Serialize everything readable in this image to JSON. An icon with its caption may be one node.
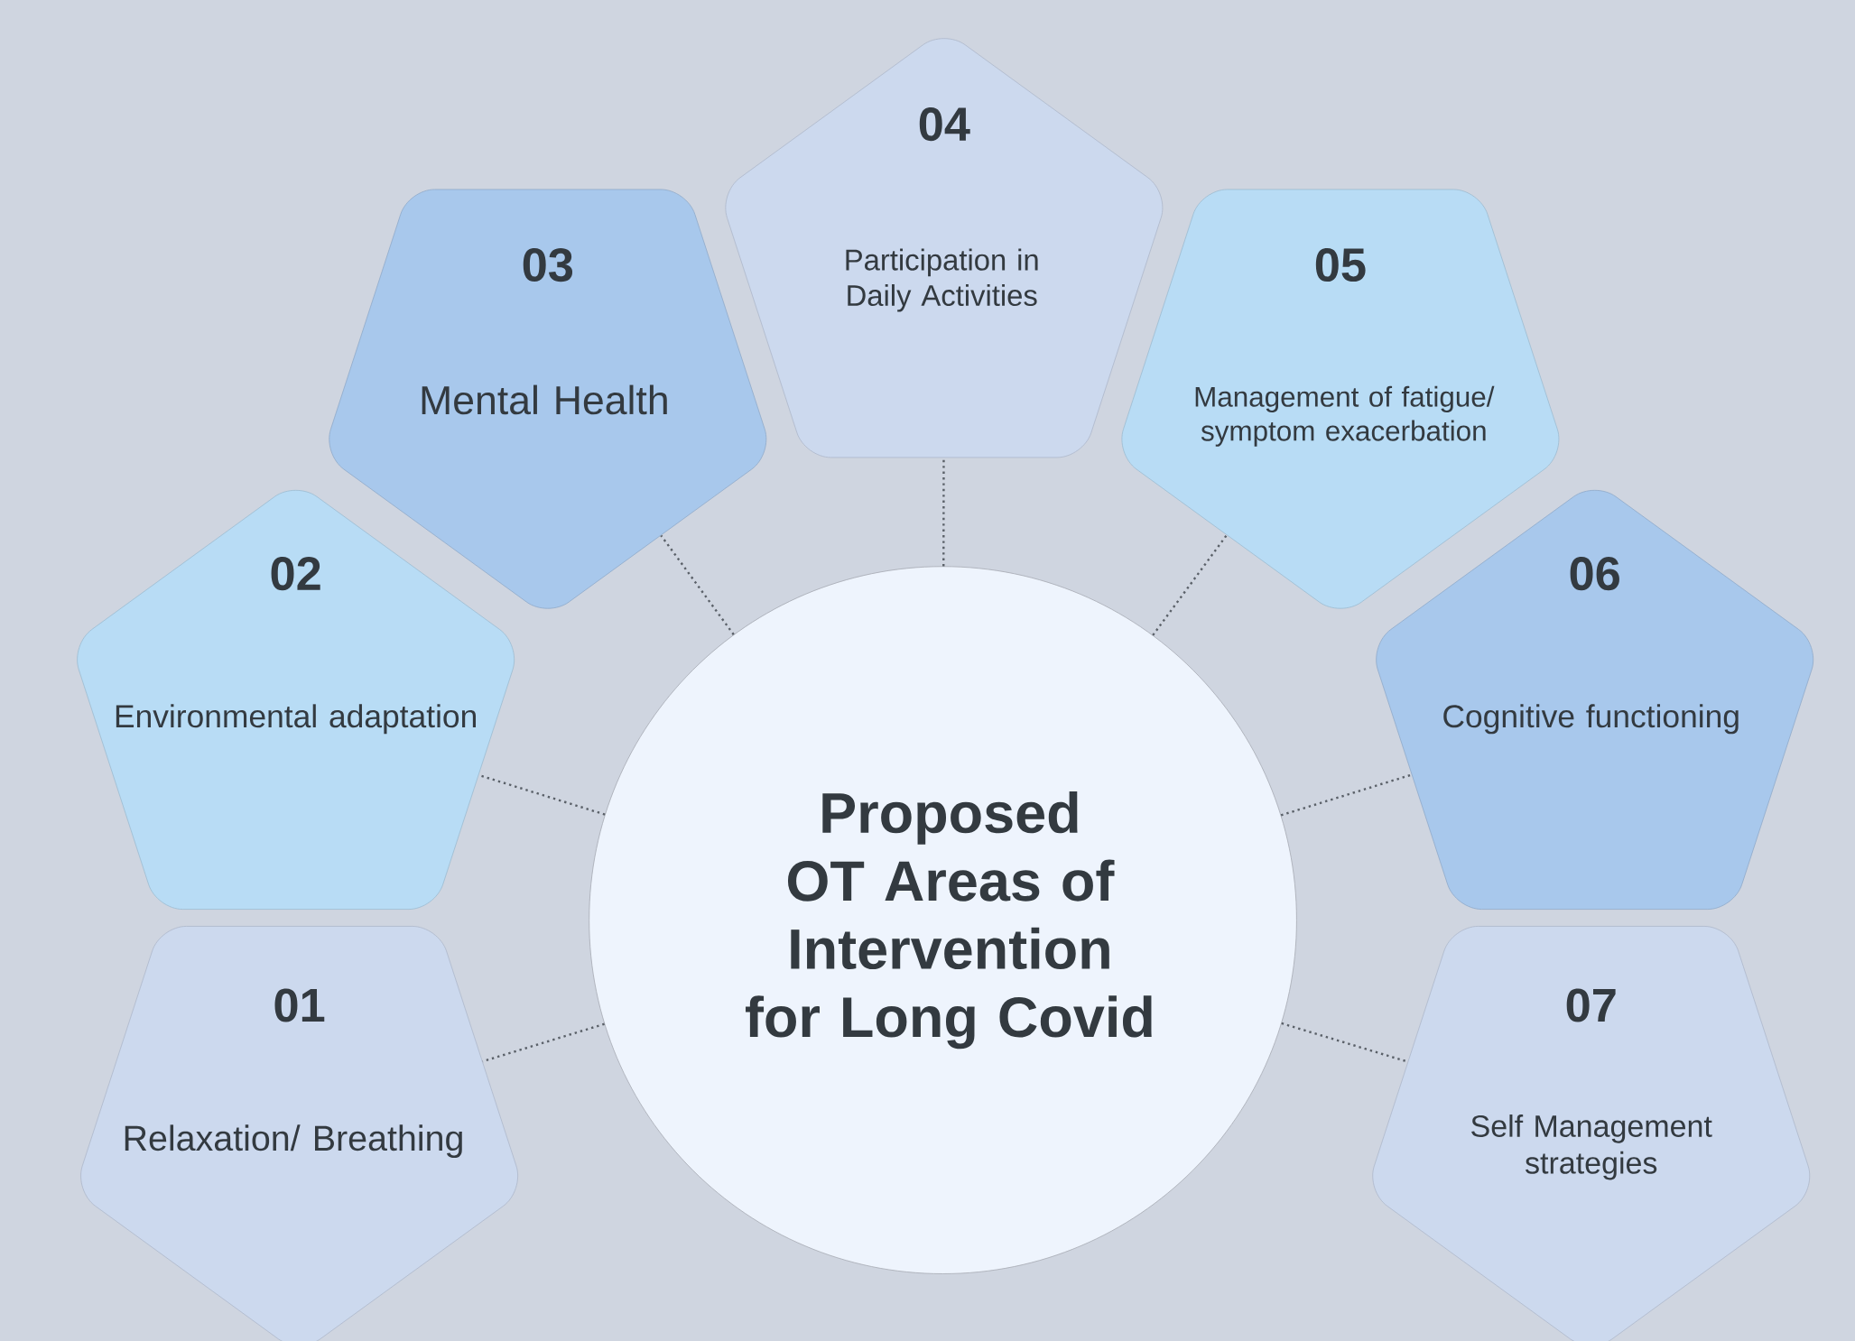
{
  "diagram": {
    "nodes": [
      {
        "text": [
          "Proposed OT Areas of Intervention for Long Covid"
        ]
      },
      {
        "text": [
          "01",
          "Relaxation/ Breathing"
        ]
      },
      {
        "text": [
          "02",
          "Environmental adaptation"
        ]
      },
      {
        "text": [
          "03",
          "Mental Health"
        ]
      },
      {
        "text": [
          "04",
          "Participation in Daily Activities"
        ]
      },
      {
        "text": [
          "05",
          "Management of fatigue/ symptom exacerbation"
        ]
      },
      {
        "text": [
          "06",
          "Cognitive functioning"
        ]
      },
      {
        "text": [
          "07",
          "Self Management strategies"
        ]
      }
    ],
    "edges": [
      {
        "from": 0,
        "to": 1,
        "arrow": "none"
      },
      {
        "from": 0,
        "to": 2,
        "arrow": "none"
      },
      {
        "from": 0,
        "to": 3,
        "arrow": "none"
      },
      {
        "from": 0,
        "to": 4,
        "arrow": "none"
      },
      {
        "from": 0,
        "to": 5,
        "arrow": "none"
      },
      {
        "from": 0,
        "to": 6,
        "arrow": "none"
      },
      {
        "from": 0,
        "to": 7,
        "arrow": "none"
      }
    ]
  }
}
